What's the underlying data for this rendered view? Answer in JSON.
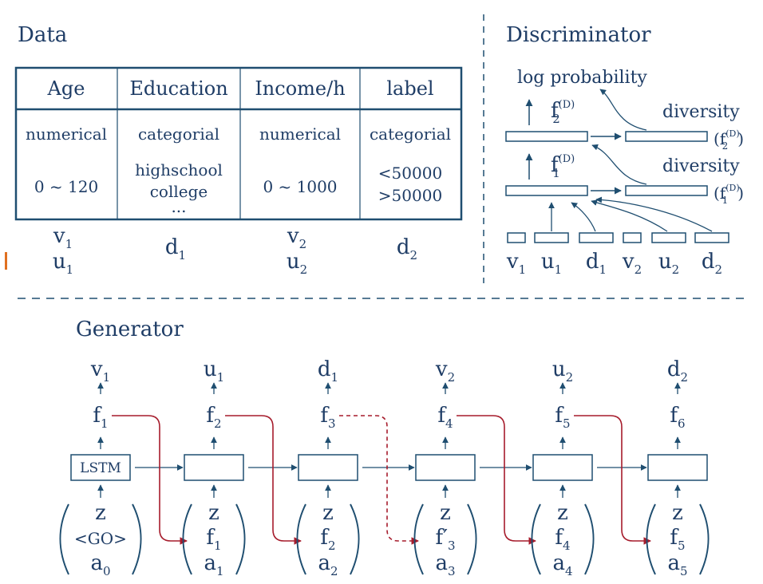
{
  "data_section": {
    "title": "Data",
    "columns": [
      {
        "header": "Age",
        "type": "numerical",
        "range": [
          "0 ~ 120"
        ],
        "vars": [
          "v",
          "u"
        ],
        "index": "1"
      },
      {
        "header": "Education",
        "type": "categorial",
        "range": [
          "highschool",
          "college",
          "..."
        ],
        "vars": [
          "d"
        ],
        "index": "1"
      },
      {
        "header": "Income/h",
        "type": "numerical",
        "range": [
          "0 ~ 1000"
        ],
        "vars": [
          "v",
          "u"
        ],
        "index": "2"
      },
      {
        "header": "label",
        "type": "categorial",
        "range": [
          "<50000",
          ">50000"
        ],
        "vars": [
          "d"
        ],
        "index": "2"
      }
    ]
  },
  "discriminator": {
    "title": "Discriminator",
    "output_label": "log probability",
    "diversity_label": "diversity",
    "feature_symbol": "f",
    "feature_sup": "(D)",
    "layers": [
      "2",
      "1"
    ],
    "inputs": [
      {
        "sym": "v",
        "sub": "1"
      },
      {
        "sym": "u",
        "sub": "1"
      },
      {
        "sym": "d",
        "sub": "1"
      },
      {
        "sym": "v",
        "sub": "2"
      },
      {
        "sym": "u",
        "sub": "2"
      },
      {
        "sym": "d",
        "sub": "2"
      }
    ]
  },
  "generator": {
    "title": "Generator",
    "cell_label": "LSTM",
    "go_token": "<GO>",
    "steps": [
      {
        "out": "v",
        "out_sub": "1",
        "f_sub": "1",
        "in": [
          "z",
          "<GO>",
          "a0"
        ],
        "prev": "",
        "a_sub": "0"
      },
      {
        "out": "u",
        "out_sub": "1",
        "f_sub": "2",
        "prev": "f",
        "prev_sub": "1",
        "a_sub": "1"
      },
      {
        "out": "d",
        "out_sub": "1",
        "f_sub": "3",
        "prev": "f",
        "prev_sub": "2",
        "a_sub": "2"
      },
      {
        "out": "v",
        "out_sub": "2",
        "f_sub": "4",
        "prev": "f′",
        "prev_sub": "3",
        "a_sub": "3"
      },
      {
        "out": "u",
        "out_sub": "2",
        "f_sub": "5",
        "prev": "f",
        "prev_sub": "4",
        "a_sub": "4"
      },
      {
        "out": "d",
        "out_sub": "2",
        "f_sub": "6",
        "prev": "f",
        "prev_sub": "5",
        "a_sub": "5"
      }
    ],
    "z_symbol": "z",
    "a_symbol": "a",
    "f_symbol": "f"
  },
  "colors": {
    "ink": "#1f3d66",
    "line": "#1f4e70",
    "red": "#a61c2c",
    "accent": "#e07020"
  }
}
